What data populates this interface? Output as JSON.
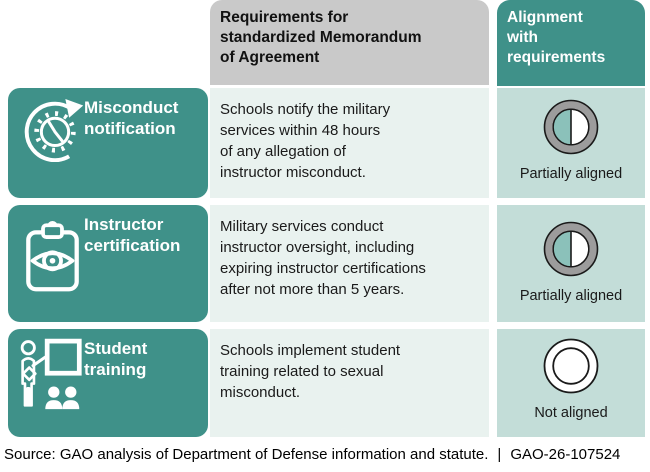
{
  "header": {
    "requirements_column": "Requirements for\nstandardized Memorandum\nof Agreement",
    "alignment_column": "Alignment\nwith\nrequirements"
  },
  "rows": [
    {
      "label": "Misconduct\nnotification",
      "icon": "clock-history-icon",
      "requirement": "Schools notify the military\nservices within 48 hours\nof any allegation of\ninstructor misconduct.",
      "alignment": "Partially aligned",
      "alignment_state": "partial"
    },
    {
      "label": "Instructor\ncertification",
      "icon": "clipboard-eye-icon",
      "requirement": "Military services conduct\ninstructor oversight, including\nexpiring instructor certifications\nafter not more than 5 years.",
      "alignment": "Partially aligned",
      "alignment_state": "partial"
    },
    {
      "label": "Student\ntraining",
      "icon": "teacher-board-icon",
      "requirement": "Schools implement student\ntraining related to sexual\nmisconduct.",
      "alignment": "Not aligned",
      "alignment_state": "none"
    }
  ],
  "footer": {
    "source": "Source: GAO analysis of Department of Defense information and statute.",
    "separator": "|",
    "report_id": "GAO-26-107524"
  },
  "colors": {
    "teal": "#3F9189",
    "pale_green_bg": "#E9F2EF",
    "light_teal_bg": "#C3DDD8",
    "gray_header": "#C9C9C9",
    "partial_fill_teal": "#8BC1BA",
    "ring_gray": "#9C9C9C",
    "outline_black": "#1A1A1A"
  }
}
